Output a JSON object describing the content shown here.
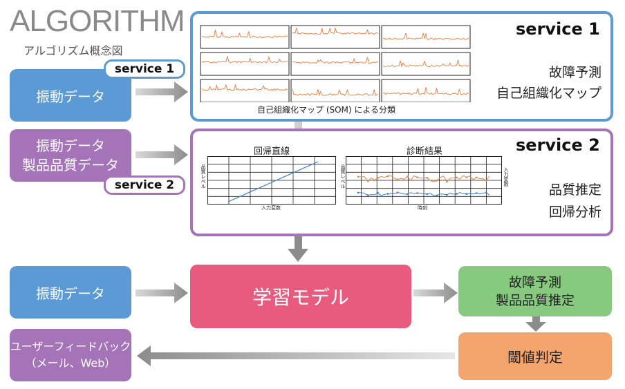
{
  "header": {
    "title": "ALGORITHM",
    "subtitle": "アルゴリズム概念図"
  },
  "inputs": {
    "vibration_1": "振動データ",
    "vibration_2_line1": "振動データ",
    "vibration_2_line2": "製品品質データ",
    "vibration_3": "振動データ",
    "feedback_line1": "ユーザーフィードバック",
    "feedback_line2": "（メール、Web）"
  },
  "tags": {
    "service1": "service 1",
    "service2": "service 2"
  },
  "service1": {
    "label": "service 1",
    "line1": "故障予測",
    "line2": "自己組織化マップ",
    "caption": "自己組織化マップ (SOM) による分類"
  },
  "service2": {
    "label": "service 2",
    "line1": "品質推定",
    "line2": "回帰分析",
    "chart_left_title": "回帰直線",
    "chart_left_xlabel": "入力変数",
    "chart_left_ylabel": "品質レベル",
    "chart_right_title": "診断結果",
    "chart_right_xlabel": "時刻",
    "chart_right_ylabel": "品質レベル",
    "chart_right_y2label": "入力変数"
  },
  "model": {
    "label": "学習モデル"
  },
  "result": {
    "line1": "故障予測",
    "line2": "製品品質推定"
  },
  "threshold": {
    "label": "閾値判定"
  },
  "colors": {
    "blue": "#5b9ad5",
    "purple": "#a574b8",
    "pink": "#e95b7e",
    "green": "#86c97f",
    "orange": "#f4a46d",
    "arrow": "#8c8c8c"
  },
  "chart_data": [
    {
      "type": "line",
      "title": "自己組織化マップ (SOM) による分類",
      "panels": 9,
      "series_color": "#e8854a"
    },
    {
      "type": "line",
      "title": "回帰直線",
      "xlabel": "入力変数",
      "ylabel": "品質レベル",
      "series": [
        {
          "values": [
            0,
            1
          ]
        }
      ],
      "series_color": "#3a7cc6"
    },
    {
      "type": "line",
      "title": "診断結果",
      "xlabel": "時刻",
      "ylabel": "品質レベル",
      "y2label": "入力変数",
      "series_colors": [
        "#e8854a",
        "#3a7cc6"
      ]
    }
  ]
}
